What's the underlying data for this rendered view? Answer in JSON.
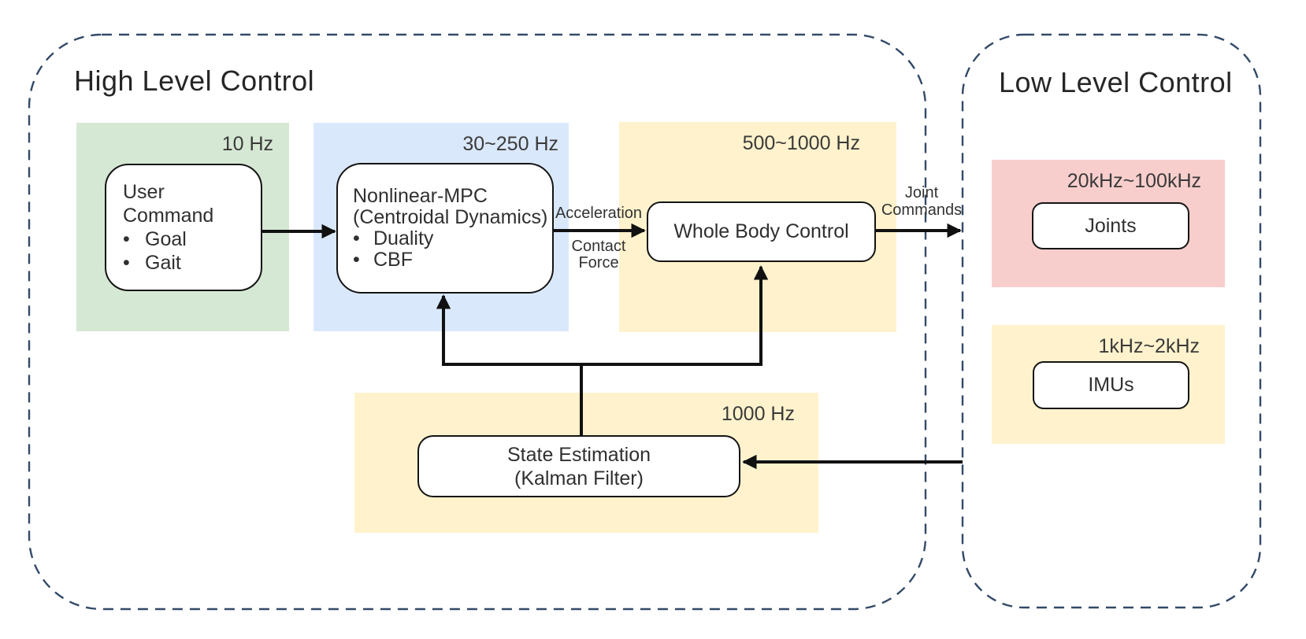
{
  "glyphs": {
    "bullet": "•"
  },
  "colors": {
    "container_dash": "#334a68",
    "green_block": "#d5e8d4",
    "blue_block": "#dae8fc",
    "yellow_block": "#fff2cc",
    "red_block": "#f8cecc",
    "box_border": "#141414",
    "arrow": "#111111",
    "text": "#303030"
  },
  "high_level": {
    "title": "High Level Control",
    "user_command": {
      "frequency": "10 Hz",
      "title": "User Command",
      "bullets": [
        "Goal",
        "Gait"
      ]
    },
    "mpc": {
      "frequency": "30~250 Hz",
      "name_line1": "Nonlinear-MPC",
      "name_line2": "(Centroidal Dynamics)",
      "bullets": [
        "Duality",
        "CBF"
      ]
    },
    "wbc": {
      "frequency": "500~1000 Hz",
      "name": "Whole Body Control"
    },
    "state_estimation": {
      "frequency": "1000 Hz",
      "name_line1": "State Estimation",
      "name_line2": "(Kalman Filter)"
    }
  },
  "low_level": {
    "title": "Low Level Control",
    "joints": {
      "frequency": "20kHz~100kHz",
      "name": "Joints"
    },
    "imus": {
      "frequency": "1kHz~2kHz",
      "name": "IMUs"
    }
  },
  "flow_labels": {
    "acceleration": "Acceleration",
    "contact_line1": "Contact",
    "contact_line2": "Force",
    "joint_commands_line1": "Joint",
    "joint_commands_line2": "Commands"
  }
}
